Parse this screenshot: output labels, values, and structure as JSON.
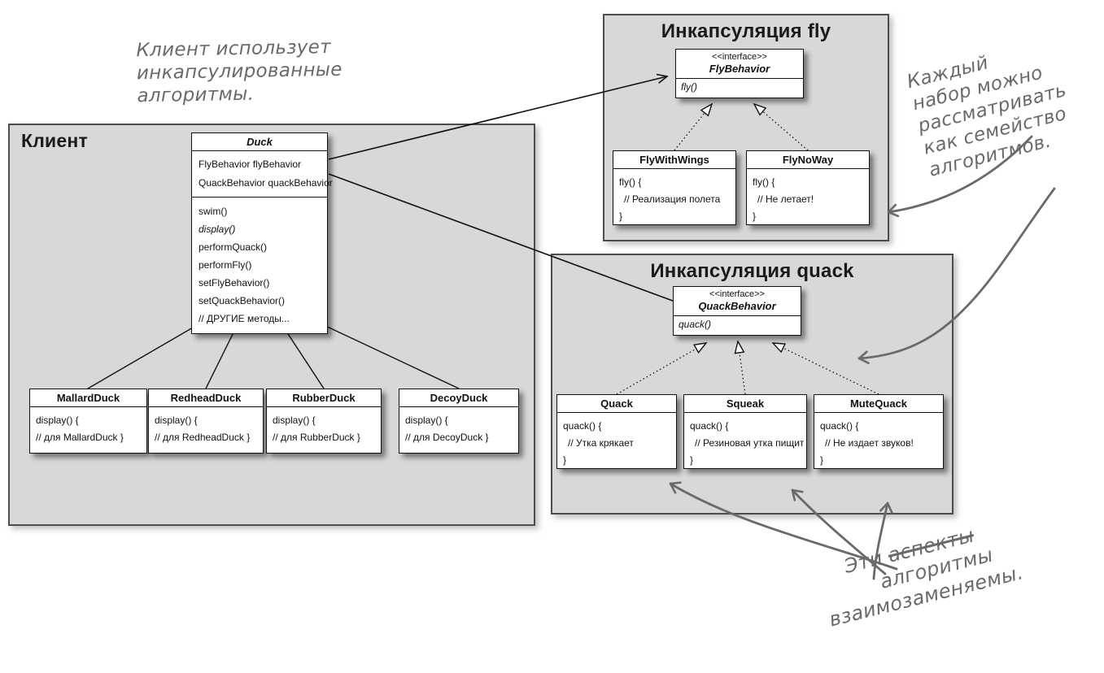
{
  "notes": {
    "client_note": {
      "line1": "Клиент использует",
      "line2": "инкапсулированные",
      "line3": "алгоритмы."
    },
    "family_note": {
      "line1": "Каждый",
      "line2": "набор можно",
      "line3": "рассматривать",
      "line4": "как семейство",
      "line5": "алгоритмов."
    },
    "interchange_note": {
      "word1": "Эти ",
      "struck": "аспекты",
      "line2": "алгоритмы",
      "line3": "взаимозаменяемы."
    }
  },
  "panels": {
    "client": {
      "title": "Клиент"
    },
    "fly": {
      "title": "Инкапсуляция fly"
    },
    "quack": {
      "title": "Инкапсуляция quack"
    }
  },
  "classes": {
    "duck": {
      "name": "Duck",
      "fields": [
        "FlyBehavior flyBehavior",
        "QuackBehavior quackBehavior"
      ],
      "methods": [
        "swim()",
        "display()",
        "performQuack()",
        "performFly()",
        "setFlyBehavior()",
        "setQuackBehavior()",
        "// ДРУГИЕ методы..."
      ]
    },
    "mallard": {
      "name": "MallardDuck",
      "body": [
        "display() {",
        "// для MallardDuck }"
      ]
    },
    "redhead": {
      "name": "RedheadDuck",
      "body": [
        "display() {",
        "// для RedheadDuck }"
      ]
    },
    "rubber": {
      "name": "RubberDuck",
      "body": [
        "display() {",
        "// для RubberDuck }"
      ]
    },
    "decoy": {
      "name": "DecoyDuck",
      "body": [
        "display() {",
        "// для DecoyDuck }"
      ]
    },
    "fly_behavior": {
      "stereotype": "<<interface>>",
      "name": "FlyBehavior",
      "method": "fly()"
    },
    "fly_with_wings": {
      "name": "FlyWithWings",
      "body": [
        "fly() {",
        "// Реализация полета",
        "}"
      ]
    },
    "fly_no_way": {
      "name": "FlyNoWay",
      "body": [
        "fly() {",
        "// Не летает!",
        "}"
      ]
    },
    "quack_behavior": {
      "stereotype": "<<interface>>",
      "name": "QuackBehavior",
      "method": "quack()"
    },
    "quack": {
      "name": "Quack",
      "body": [
        "quack() {",
        "// Утка крякает",
        "}"
      ]
    },
    "squeak": {
      "name": "Squeak",
      "body": [
        "quack() {",
        "// Резиновая утка пищит",
        "}"
      ]
    },
    "mute_quack": {
      "name": "MuteQuack",
      "body": [
        "quack() {",
        "// Не издает звуков!",
        "}"
      ]
    }
  },
  "colors": {
    "panel_fill": "#d8d8d8",
    "panel_border": "#4d4d4d",
    "box_border": "#111111",
    "handwriting": "#6a6a6a"
  }
}
